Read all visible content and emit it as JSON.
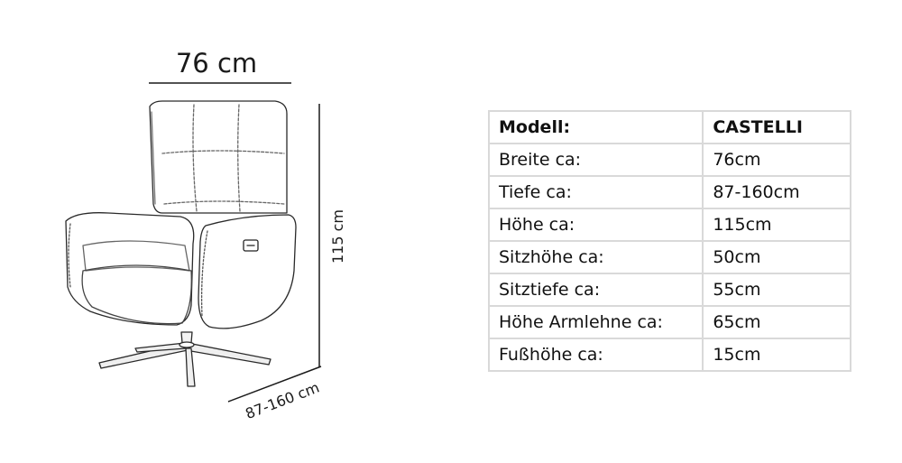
{
  "dimensions": {
    "width": "76 cm",
    "height": "115 cm",
    "depth": "87-160 cm"
  },
  "table": {
    "header": {
      "label": "Modell:",
      "value": "CASTELLI"
    },
    "rows": [
      {
        "label": "Breite ca:",
        "value": "76cm"
      },
      {
        "label": "Tiefe ca:",
        "value": "87-160cm"
      },
      {
        "label": "Höhe ca:",
        "value": "115cm"
      },
      {
        "label": "Sitzhöhe ca:",
        "value": "50cm"
      },
      {
        "label": "Sitztiefe ca:",
        "value": "55cm"
      },
      {
        "label": "Höhe Armlehne ca:",
        "value": "65cm"
      },
      {
        "label": "Fußhöhe ca:",
        "value": "15cm"
      }
    ]
  },
  "icons": {
    "chair": "armchair-sketch-icon",
    "control": "recliner-button-icon"
  },
  "colors": {
    "line": "#1a1a1a",
    "table_border": "#d9d9d9"
  }
}
